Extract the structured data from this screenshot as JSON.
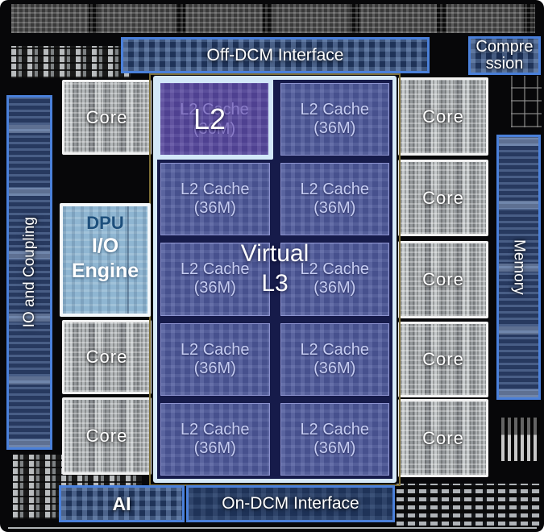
{
  "annotations": {
    "off_dcm_label": "Off-DCM Interface",
    "compression_label": "Compression",
    "io_coupling_label": "IO and Coupling",
    "memory_label": "Memory",
    "ai_label": "AI",
    "on_dcm_label": "On-DCM Interface"
  },
  "dpu": {
    "title": "DPU",
    "engine_line1": "I/O",
    "engine_line2": "Engine"
  },
  "virtual_l3": {
    "line1": "Virtual",
    "line2": "L3"
  },
  "l2_highlight_label": "L2",
  "l2_cells": [
    {
      "line1": "L2 Cache",
      "line2": "(36M)",
      "highlighted": true
    },
    {
      "line1": "L2 Cache",
      "line2": "(36M)",
      "highlighted": false
    },
    {
      "line1": "L2 Cache",
      "line2": "(36M)",
      "highlighted": false
    },
    {
      "line1": "L2 Cache",
      "line2": "(36M)",
      "highlighted": false
    },
    {
      "line1": "L2 Cache",
      "line2": "(36M)",
      "highlighted": false
    },
    {
      "line1": "L2 Cache",
      "line2": "(36M)",
      "highlighted": false
    },
    {
      "line1": "L2 Cache",
      "line2": "(36M)",
      "highlighted": false
    },
    {
      "line1": "L2 Cache",
      "line2": "(36M)",
      "highlighted": false
    },
    {
      "line1": "L2 Cache",
      "line2": "(36M)",
      "highlighted": false
    },
    {
      "line1": "L2 Cache",
      "line2": "(36M)",
      "highlighted": false
    }
  ],
  "cores": {
    "left": [
      "Core",
      "Core",
      "Core"
    ],
    "right": [
      "Core",
      "Core",
      "Core",
      "Core",
      "Core"
    ]
  },
  "colors": {
    "annotation_border": "#4a80da",
    "l3_outline": "#d6e9f7",
    "seal_ring": "#7d6e35",
    "l2_cell_fill": "#47518e",
    "l2_cell_text": "#c6cdf2",
    "l2_highlight_fill": "#4f4191",
    "l2_highlight_border": "#d3e8f8",
    "dpu_fill": "#8fb6d2",
    "dpu_title_text": "#1d4f7c",
    "label_text": "#ffffff"
  }
}
